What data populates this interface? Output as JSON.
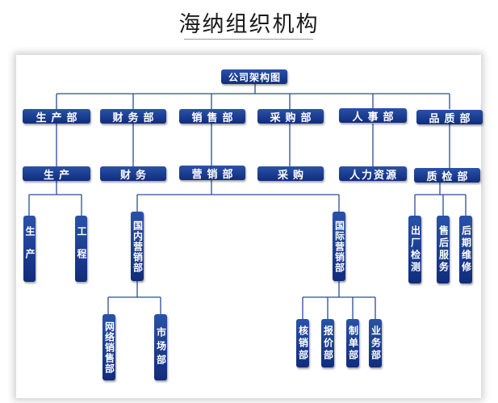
{
  "title": "海纳组织机构",
  "root": "公司架构图",
  "departments": [
    "生产部",
    "财务部",
    "销售部",
    "采购部",
    "人事部",
    "品质部"
  ],
  "second_level": [
    "生产",
    "财务",
    "营销部",
    "采购",
    "人力资源",
    "质检部"
  ],
  "production_units": [
    "生产",
    "工程"
  ],
  "sales_divisions": [
    "国内营销部",
    "国际营销部"
  ],
  "domestic_units": [
    "网络销售部",
    "市场部"
  ],
  "international_units": [
    "核销部",
    "报价部",
    "制单部",
    "业务部"
  ],
  "quality_units": [
    "出厂检测",
    "售后服务",
    "后期维修"
  ],
  "colors": {
    "box": "#1b3a8f",
    "line": "#2a4a9a",
    "text": "#ffffff"
  }
}
